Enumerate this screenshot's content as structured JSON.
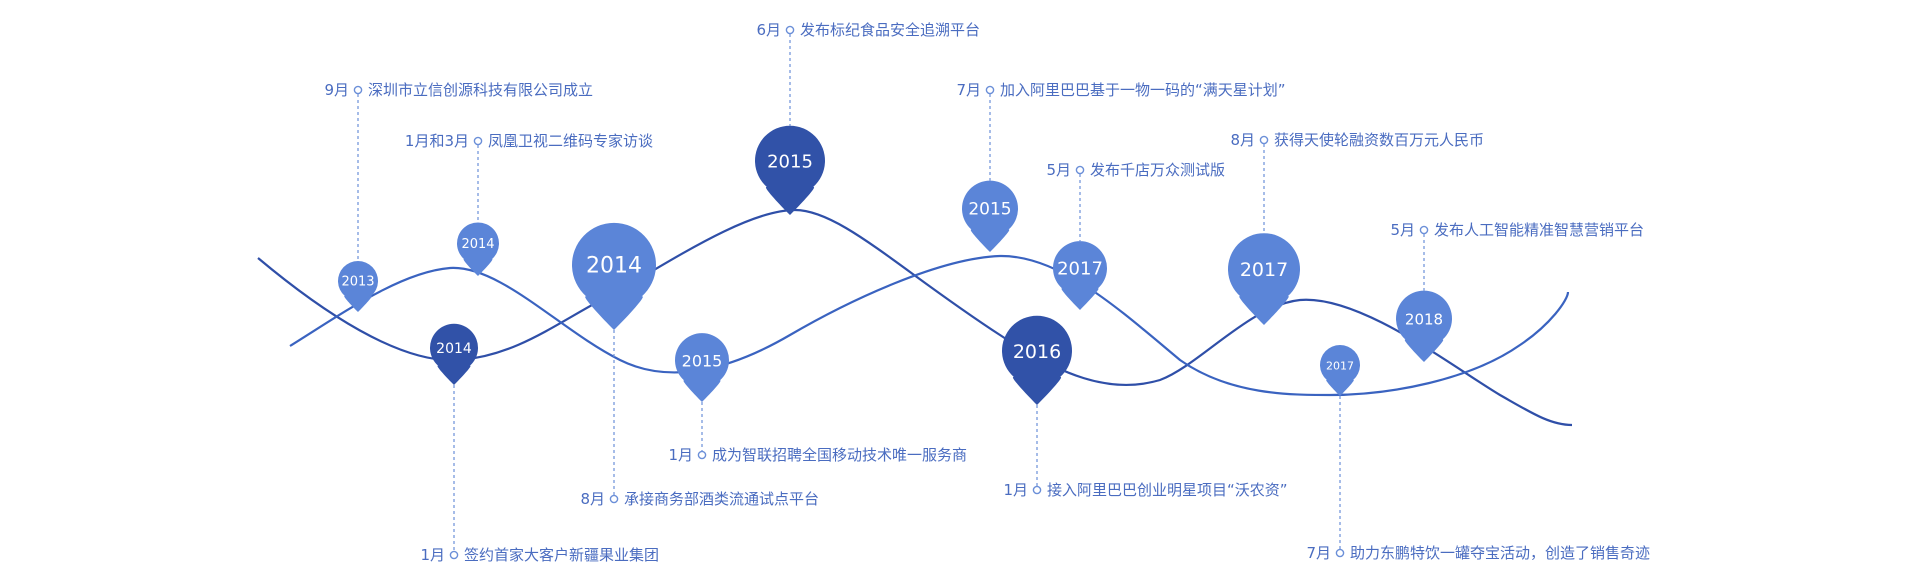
{
  "colors": {
    "text": "#4a6cc0",
    "line": "#2f4fa8",
    "pin_light": "#5b85d8",
    "pin_dark": "#3152a8",
    "stem": "#6b8fd8"
  },
  "milestones": [
    {
      "year": "2013",
      "month": "9月",
      "event": "深圳市立信创源科技有限公司成立",
      "shade": "light"
    },
    {
      "year": "2014",
      "month": "1月和3月",
      "event": "凤凰卫视二维码专家访谈",
      "shade": "light"
    },
    {
      "year": "2014",
      "month": "1月",
      "event": "签约首家大客户新疆果业集团",
      "shade": "dark"
    },
    {
      "year": "2014",
      "month": "8月",
      "event": "承接商务部酒类流通试点平台",
      "shade": "light"
    },
    {
      "year": "2015",
      "month": "1月",
      "event": "成为智联招聘全国移动技术唯一服务商",
      "shade": "light"
    },
    {
      "year": "2015",
      "month": "6月",
      "event": "发布标纪食品安全追溯平台",
      "shade": "dark"
    },
    {
      "year": "2015",
      "month": "7月",
      "event": "加入阿里巴巴基于一物一码的“满天星计划”",
      "shade": "light"
    },
    {
      "year": "2016",
      "month": "1月",
      "event": "接入阿里巴巴创业明星项目“沃农资”",
      "shade": "dark"
    },
    {
      "year": "2017",
      "month": "5月",
      "event": "发布千店万众测试版",
      "shade": "light"
    },
    {
      "year": "2017",
      "month": "8月",
      "event": "获得天使轮融资数百万元人民币",
      "shade": "light"
    },
    {
      "year": "2017",
      "month": "7月",
      "event": "助力东鹏特饮一罐夺宝活动，创造了销售奇迹",
      "shade": "light"
    },
    {
      "year": "2018",
      "month": "5月",
      "event": "发布人工智能精准智慧营销平台",
      "shade": "light"
    }
  ]
}
